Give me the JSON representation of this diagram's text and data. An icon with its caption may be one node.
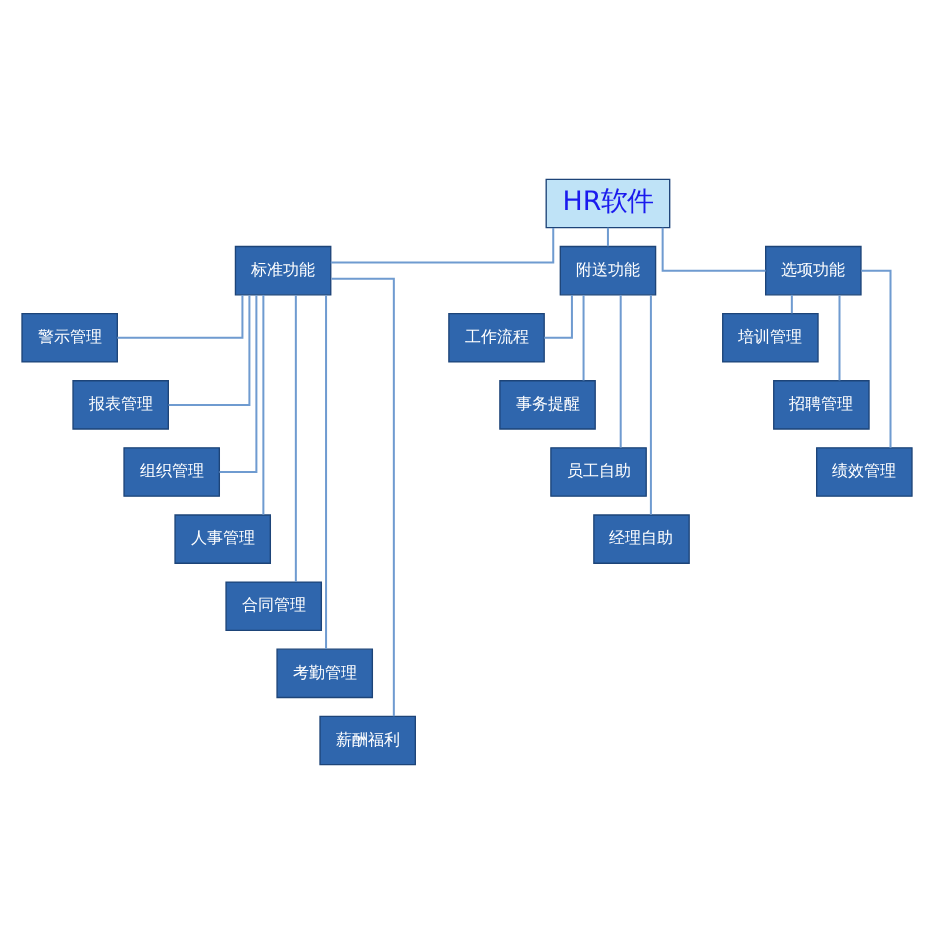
{
  "diagram": {
    "nodes": [
      {
        "text": [
          "HR软件"
        ]
      },
      {
        "text": [
          "标准功能"
        ]
      },
      {
        "text": [
          "附送功能"
        ]
      },
      {
        "text": [
          "选项功能"
        ]
      },
      {
        "text": [
          "警示管理"
        ]
      },
      {
        "text": [
          "报表管理"
        ]
      },
      {
        "text": [
          "组织管理"
        ]
      },
      {
        "text": [
          "人事管理"
        ]
      },
      {
        "text": [
          "合同管理"
        ]
      },
      {
        "text": [
          "考勤管理"
        ]
      },
      {
        "text": [
          "薪酬福利"
        ]
      },
      {
        "text": [
          "工作流程"
        ]
      },
      {
        "text": [
          "事务提醒"
        ]
      },
      {
        "text": [
          "员工自助"
        ]
      },
      {
        "text": [
          "经理自助"
        ]
      },
      {
        "text": [
          "培训管理"
        ]
      },
      {
        "text": [
          "招聘管理"
        ]
      },
      {
        "text": [
          "绩效管理"
        ]
      }
    ],
    "edges": [
      {
        "from": 0,
        "to": 1,
        "arrow": "none"
      },
      {
        "from": 0,
        "to": 2,
        "arrow": "none"
      },
      {
        "from": 0,
        "to": 3,
        "arrow": "none"
      },
      {
        "from": 1,
        "to": 4,
        "arrow": "none"
      },
      {
        "from": 1,
        "to": 5,
        "arrow": "none"
      },
      {
        "from": 1,
        "to": 6,
        "arrow": "none"
      },
      {
        "from": 1,
        "to": 7,
        "arrow": "none"
      },
      {
        "from": 1,
        "to": 8,
        "arrow": "none"
      },
      {
        "from": 1,
        "to": 9,
        "arrow": "none"
      },
      {
        "from": 1,
        "to": 10,
        "arrow": "none"
      },
      {
        "from": 2,
        "to": 11,
        "arrow": "none"
      },
      {
        "from": 2,
        "to": 12,
        "arrow": "none"
      },
      {
        "from": 2,
        "to": 13,
        "arrow": "none"
      },
      {
        "from": 2,
        "to": 14,
        "arrow": "none"
      },
      {
        "from": 3,
        "to": 15,
        "arrow": "none"
      },
      {
        "from": 3,
        "to": 16,
        "arrow": "none"
      },
      {
        "from": 3,
        "to": 17,
        "arrow": "none"
      }
    ]
  }
}
